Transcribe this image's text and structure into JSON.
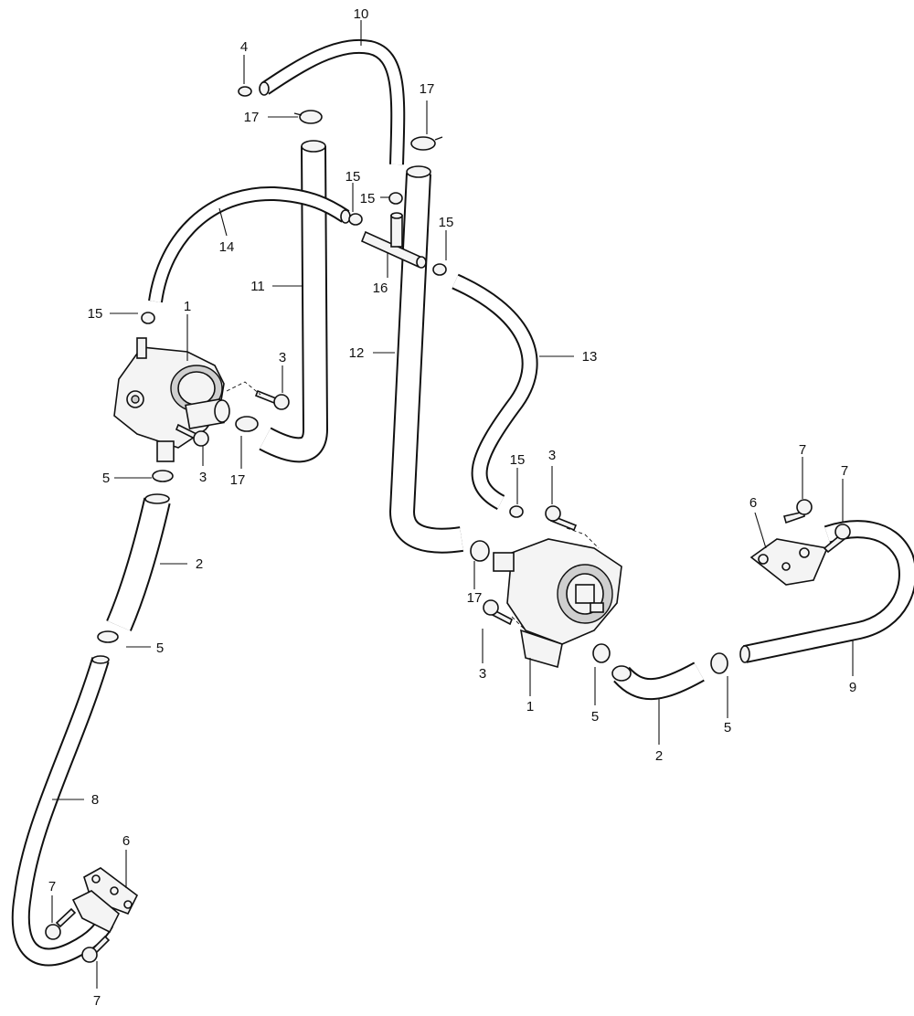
{
  "diagram": {
    "callouts": [
      {
        "id": "c10",
        "text": "10"
      },
      {
        "id": "c4",
        "text": "4"
      },
      {
        "id": "c17a",
        "text": "17"
      },
      {
        "id": "c17b",
        "text": "17"
      },
      {
        "id": "c15a",
        "text": "15"
      },
      {
        "id": "c15b",
        "text": "15"
      },
      {
        "id": "c15c",
        "text": "15"
      },
      {
        "id": "c14",
        "text": "14"
      },
      {
        "id": "c16",
        "text": "16"
      },
      {
        "id": "c11",
        "text": "11"
      },
      {
        "id": "c15d",
        "text": "15"
      },
      {
        "id": "c1a",
        "text": "1"
      },
      {
        "id": "c3a",
        "text": "3"
      },
      {
        "id": "c12",
        "text": "12"
      },
      {
        "id": "c13",
        "text": "13"
      },
      {
        "id": "c5a",
        "text": "5"
      },
      {
        "id": "c3b",
        "text": "3"
      },
      {
        "id": "c17c",
        "text": "17"
      },
      {
        "id": "c15e",
        "text": "15"
      },
      {
        "id": "c3c",
        "text": "3"
      },
      {
        "id": "c7a",
        "text": "7"
      },
      {
        "id": "c7b",
        "text": "7"
      },
      {
        "id": "c6a",
        "text": "6"
      },
      {
        "id": "c2a",
        "text": "2"
      },
      {
        "id": "c5b",
        "text": "5"
      },
      {
        "id": "c17d",
        "text": "17"
      },
      {
        "id": "c9",
        "text": "9"
      },
      {
        "id": "c3d",
        "text": "3"
      },
      {
        "id": "c1b",
        "text": "1"
      },
      {
        "id": "c5c",
        "text": "5"
      },
      {
        "id": "c5d",
        "text": "5"
      },
      {
        "id": "c2b",
        "text": "2"
      },
      {
        "id": "c8",
        "text": "8"
      },
      {
        "id": "c6b",
        "text": "6"
      },
      {
        "id": "c7c",
        "text": "7"
      },
      {
        "id": "c7d",
        "text": "7"
      }
    ]
  }
}
